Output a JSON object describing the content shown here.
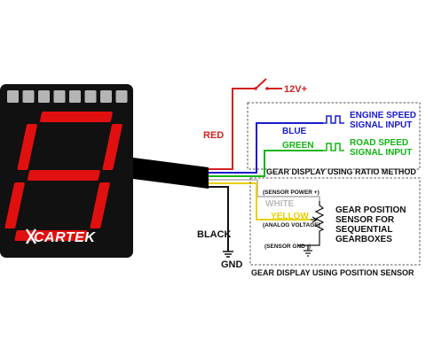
{
  "device": {
    "brand": "CARTEK",
    "led_count": 8,
    "digit_color": "#e01010",
    "led_color": "#b4b4b4",
    "body_color": "#111111"
  },
  "labels": {
    "red_wire": "RED",
    "supply": "12V+",
    "blue_wire": "BLUE",
    "green_wire": "GREEN",
    "engine_speed_1": "ENGINE SPEED",
    "engine_speed_2": "SIGNAL INPUT",
    "road_speed_1": "ROAD SPEED",
    "road_speed_2": "SIGNAL INPUT",
    "ratio_method": "GEAR DISPLAY USING RATIO METHOD",
    "sensor_power": "(SENSOR POWER +)",
    "white_wire": "WHITE",
    "yellow_wire": "YELLOW",
    "analog_voltage": "(ANALOG VOLTAGE)",
    "sensor_gnd": "(SENSOR GND -)",
    "sensor_1": "GEAR POSITION",
    "sensor_2": "SENSOR FOR",
    "sensor_3": "SEQUENTIAL",
    "sensor_4": "GEARBOXES",
    "black_wire": "BLACK",
    "ground": "GND",
    "position_sensor": "GEAR DISPLAY USING POSITION SENSOR"
  },
  "colors": {
    "red": "#d42020",
    "blue": "#1a1acc",
    "green": "#12b512",
    "yellow": "#e8d000",
    "white_text": "#bbbbbb",
    "black": "#111111"
  }
}
